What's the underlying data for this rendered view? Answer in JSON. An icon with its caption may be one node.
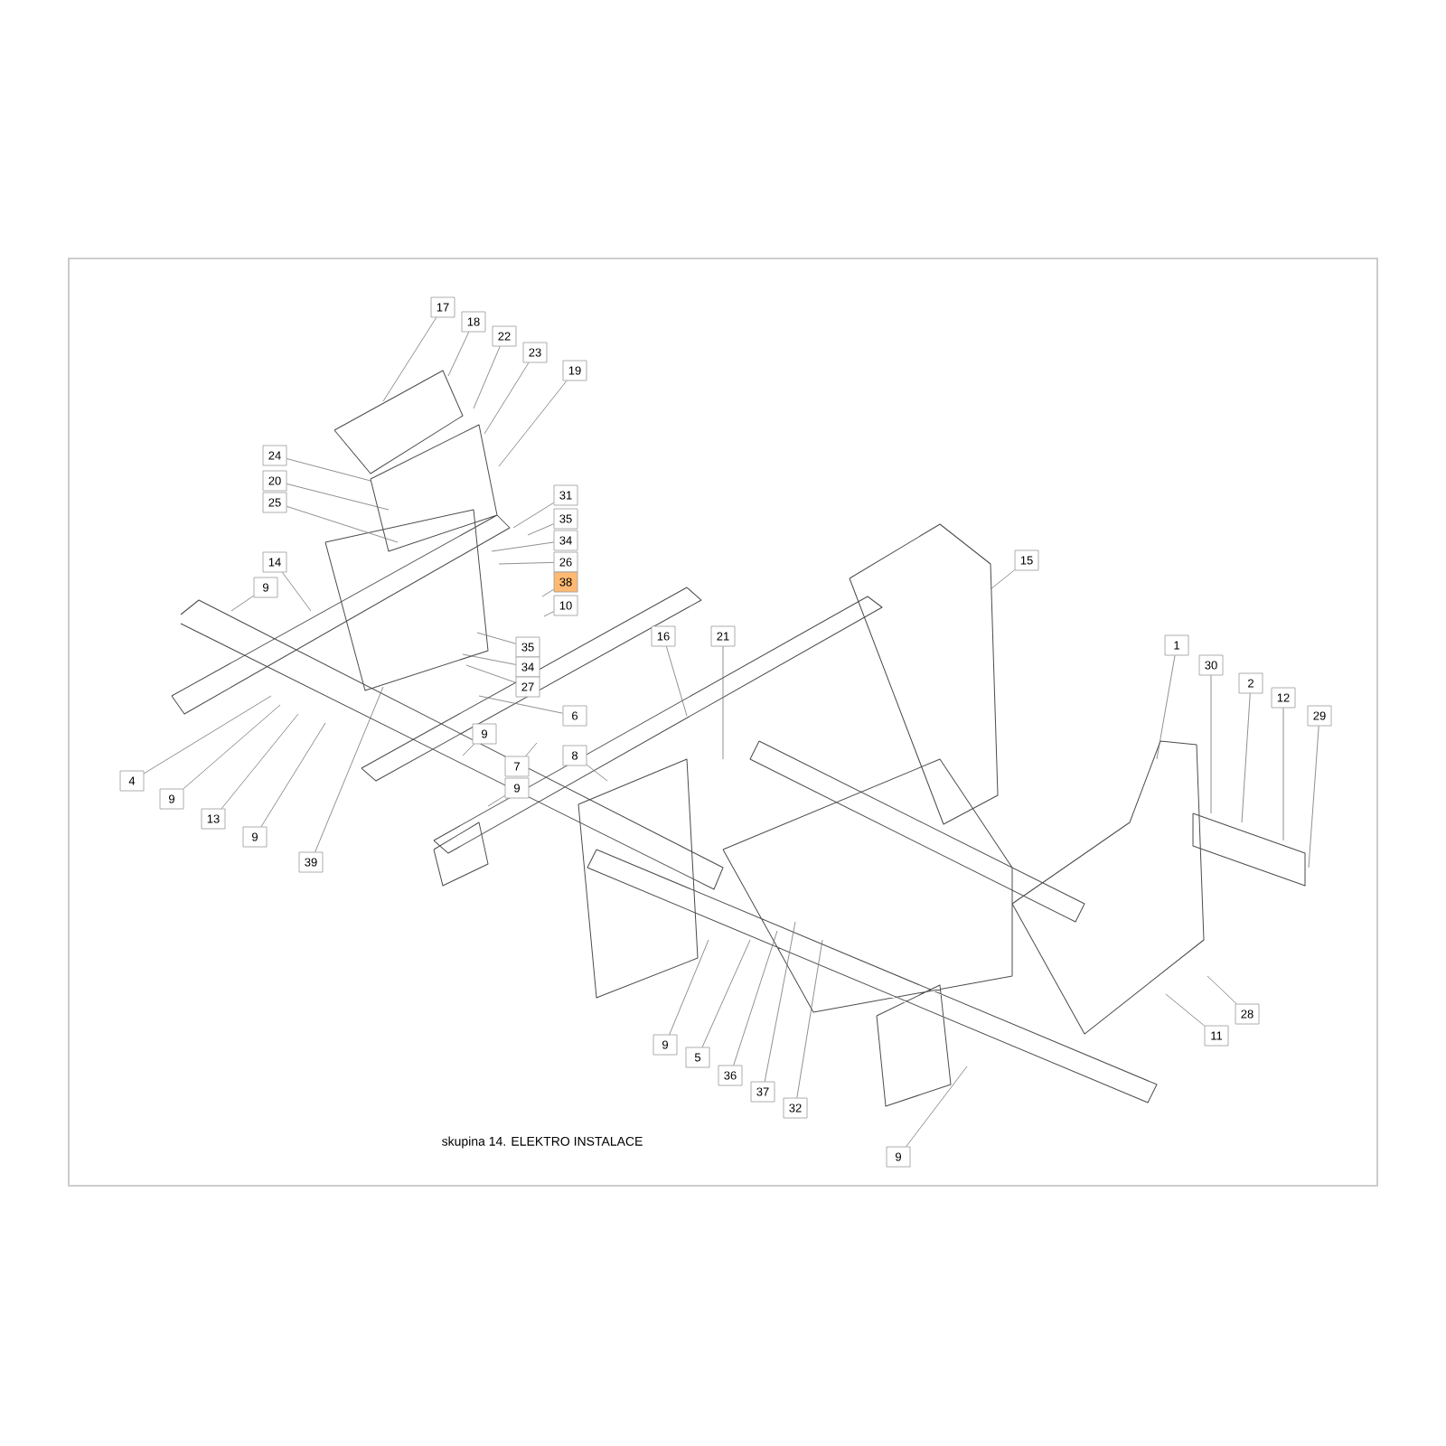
{
  "diagram": {
    "caption": "skupina 14. ELEKTRO INSTALACE",
    "nodes": [
      {
        "text": [
          "17"
        ]
      },
      {
        "text": [
          "18"
        ]
      },
      {
        "text": [
          "22"
        ]
      },
      {
        "text": [
          "23"
        ]
      },
      {
        "text": [
          "19"
        ]
      },
      {
        "text": [
          "24"
        ]
      },
      {
        "text": [
          "20"
        ]
      },
      {
        "text": [
          "25"
        ]
      },
      {
        "text": [
          "31"
        ]
      },
      {
        "text": [
          "35"
        ]
      },
      {
        "text": [
          "34"
        ]
      },
      {
        "text": [
          "26"
        ]
      },
      {
        "text": [
          "38"
        ]
      },
      {
        "text": [
          "10"
        ]
      },
      {
        "text": [
          "14"
        ]
      },
      {
        "text": [
          "9"
        ]
      },
      {
        "text": [
          "35"
        ]
      },
      {
        "text": [
          "34"
        ]
      },
      {
        "text": [
          "27"
        ]
      },
      {
        "text": [
          "6"
        ]
      },
      {
        "text": [
          "9"
        ]
      },
      {
        "text": [
          "8"
        ]
      },
      {
        "text": [
          "7"
        ]
      },
      {
        "text": [
          "9"
        ]
      },
      {
        "text": [
          "4"
        ]
      },
      {
        "text": [
          "9"
        ]
      },
      {
        "text": [
          "13"
        ]
      },
      {
        "text": [
          "9"
        ]
      },
      {
        "text": [
          "39"
        ]
      },
      {
        "text": [
          "16"
        ]
      },
      {
        "text": [
          "21"
        ]
      },
      {
        "text": [
          "15"
        ]
      },
      {
        "text": [
          "1"
        ]
      },
      {
        "text": [
          "30"
        ]
      },
      {
        "text": [
          "2"
        ]
      },
      {
        "text": [
          "12"
        ]
      },
      {
        "text": [
          "29"
        ]
      },
      {
        "text": [
          "28"
        ]
      },
      {
        "text": [
          "11"
        ]
      },
      {
        "text": [
          "9"
        ]
      },
      {
        "text": [
          "5"
        ]
      },
      {
        "text": [
          "36"
        ]
      },
      {
        "text": [
          "37"
        ]
      },
      {
        "text": [
          "32"
        ]
      },
      {
        "text": [
          "9"
        ]
      }
    ],
    "edges": [
      {
        "from": 0,
        "to": null,
        "arrow": "none"
      },
      {
        "from": 1,
        "to": null,
        "arrow": "none"
      },
      {
        "from": 2,
        "to": null,
        "arrow": "none"
      },
      {
        "from": 3,
        "to": null,
        "arrow": "none"
      },
      {
        "from": 4,
        "to": null,
        "arrow": "none"
      },
      {
        "from": 5,
        "to": null,
        "arrow": "none"
      },
      {
        "from": 6,
        "to": null,
        "arrow": "none"
      },
      {
        "from": 7,
        "to": null,
        "arrow": "none"
      },
      {
        "from": 8,
        "to": null,
        "arrow": "none"
      },
      {
        "from": 9,
        "to": null,
        "arrow": "none"
      },
      {
        "from": 10,
        "to": null,
        "arrow": "none"
      },
      {
        "from": 11,
        "to": null,
        "arrow": "none"
      },
      {
        "from": 12,
        "to": null,
        "arrow": "none"
      },
      {
        "from": 13,
        "to": null,
        "arrow": "none"
      },
      {
        "from": 14,
        "to": null,
        "arrow": "none"
      },
      {
        "from": 15,
        "to": null,
        "arrow": "none"
      },
      {
        "from": 16,
        "to": null,
        "arrow": "none"
      },
      {
        "from": 17,
        "to": null,
        "arrow": "none"
      },
      {
        "from": 18,
        "to": null,
        "arrow": "none"
      },
      {
        "from": 19,
        "to": null,
        "arrow": "none"
      },
      {
        "from": 20,
        "to": null,
        "arrow": "none"
      },
      {
        "from": 21,
        "to": null,
        "arrow": "none"
      },
      {
        "from": 22,
        "to": null,
        "arrow": "none"
      },
      {
        "from": 23,
        "to": null,
        "arrow": "none"
      },
      {
        "from": 24,
        "to": null,
        "arrow": "none"
      },
      {
        "from": 25,
        "to": null,
        "arrow": "none"
      },
      {
        "from": 26,
        "to": null,
        "arrow": "none"
      },
      {
        "from": 27,
        "to": null,
        "arrow": "none"
      },
      {
        "from": 28,
        "to": null,
        "arrow": "none"
      },
      {
        "from": 29,
        "to": null,
        "arrow": "none"
      },
      {
        "from": 30,
        "to": null,
        "arrow": "none"
      },
      {
        "from": 31,
        "to": null,
        "arrow": "none"
      },
      {
        "from": 32,
        "to": null,
        "arrow": "none"
      },
      {
        "from": 33,
        "to": null,
        "arrow": "none"
      },
      {
        "from": 34,
        "to": null,
        "arrow": "none"
      },
      {
        "from": 35,
        "to": null,
        "arrow": "none"
      },
      {
        "from": 36,
        "to": null,
        "arrow": "none"
      },
      {
        "from": 37,
        "to": null,
        "arrow": "none"
      },
      {
        "from": 38,
        "to": null,
        "arrow": "none"
      },
      {
        "from": 39,
        "to": null,
        "arrow": "none"
      },
      {
        "from": 40,
        "to": null,
        "arrow": "none"
      },
      {
        "from": 41,
        "to": null,
        "arrow": "none"
      },
      {
        "from": 42,
        "to": null,
        "arrow": "none"
      },
      {
        "from": 43,
        "to": null,
        "arrow": "none"
      },
      {
        "from": 44,
        "to": null,
        "arrow": "none"
      }
    ]
  }
}
